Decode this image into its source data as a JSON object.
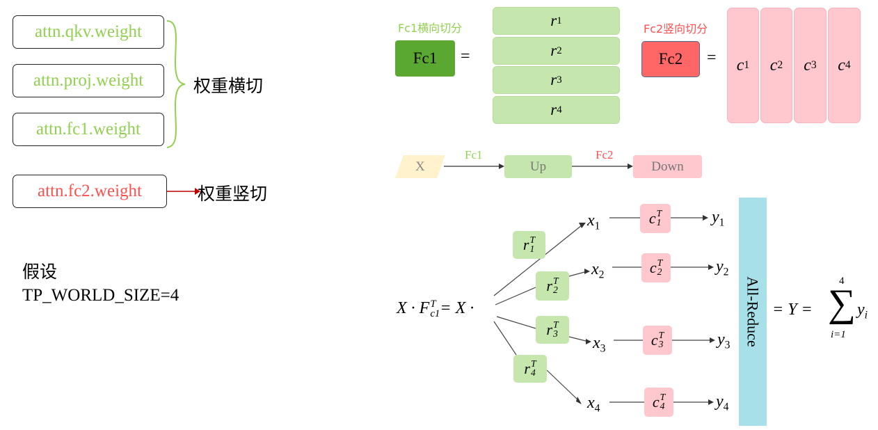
{
  "weights": {
    "qkv": "attn.qkv.weight",
    "proj": "attn.proj.weight",
    "fc1": "attn.fc1.weight",
    "fc2": "attn.fc2.weight",
    "row_split_label": "权重横切",
    "col_split_label": "权重竖切"
  },
  "assumption": {
    "line1": "假设",
    "line2": "TP_WORLD_SIZE=4"
  },
  "fc1_split": {
    "caption": "Fc1横向切分",
    "box": "Fc1",
    "equals": "=",
    "rows": [
      "r",
      "r",
      "r",
      "r"
    ],
    "row_subs": [
      "1",
      "2",
      "3",
      "4"
    ]
  },
  "fc2_split": {
    "caption": "Fc2竖向切分",
    "box": "Fc2",
    "equals": "=",
    "cols": [
      "c",
      "c",
      "c",
      "c"
    ],
    "col_subs": [
      "1",
      "2",
      "3",
      "4"
    ]
  },
  "flow": {
    "input": "X",
    "fc1_label": "Fc1",
    "up": "Up",
    "fc2_label": "Fc2",
    "down": "Down"
  },
  "tp": {
    "lhs_x": "X · F",
    "lhs_sup": "T",
    "lhs_sub": "c1",
    "lhs_rest": "= X ·",
    "r_letter": "r",
    "c_letter": "c",
    "x_letter": "x",
    "y_letter": "y",
    "sup": "T",
    "subs": [
      "1",
      "2",
      "3",
      "4"
    ],
    "allreduce": "All-Reduce",
    "result": "= Y =",
    "sum_top": "4",
    "sum_bottom": "i=1",
    "sum_term": "y",
    "sum_term_sub": "i"
  },
  "colors": {
    "green_text": "#92d050",
    "red_text": "#ff5050",
    "fc1_box": "#5aa832",
    "fc2_box": "#ff6666",
    "light_green": "#c5e7ae",
    "light_pink": "#ffc7ce",
    "allreduce": "#a8e0ea",
    "input_yellow": "#fff2cc"
  }
}
